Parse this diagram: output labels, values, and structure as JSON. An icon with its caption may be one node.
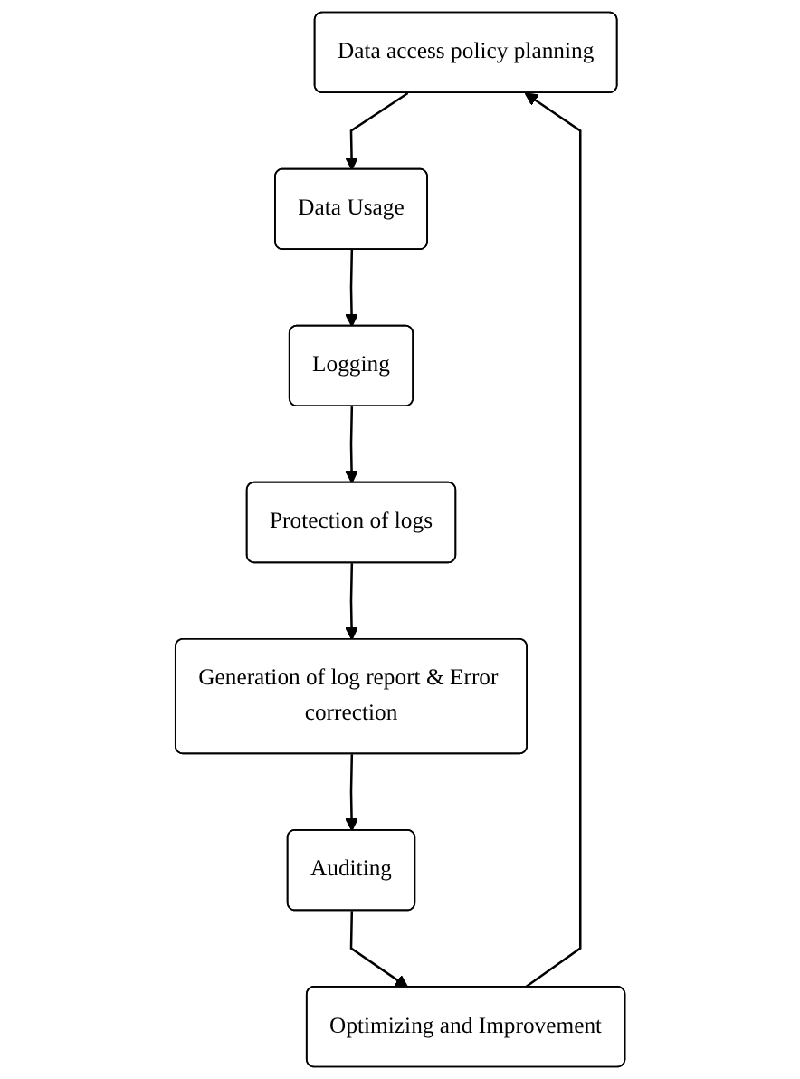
{
  "diagram": {
    "nodes": [
      {
        "text": [
          "Data access policy planning"
        ]
      },
      {
        "text": [
          "Data Usage"
        ]
      },
      {
        "text": [
          "Logging"
        ]
      },
      {
        "text": [
          "Protection of logs"
        ]
      },
      {
        "text": [
          "Generation of log report & Error correction"
        ]
      },
      {
        "text": [
          "Auditing"
        ]
      },
      {
        "text": [
          "Optimizing and Improvement"
        ]
      }
    ],
    "edges": [
      {
        "from": 0,
        "to": 1,
        "arrow": "to"
      },
      {
        "from": 1,
        "to": 2,
        "arrow": "to"
      },
      {
        "from": 2,
        "to": 3,
        "arrow": "to"
      },
      {
        "from": 3,
        "to": 4,
        "arrow": "to"
      },
      {
        "from": 4,
        "to": 5,
        "arrow": "to"
      },
      {
        "from": 5,
        "to": 6,
        "arrow": "to"
      },
      {
        "from": 6,
        "to": 0,
        "arrow": "to"
      }
    ]
  }
}
